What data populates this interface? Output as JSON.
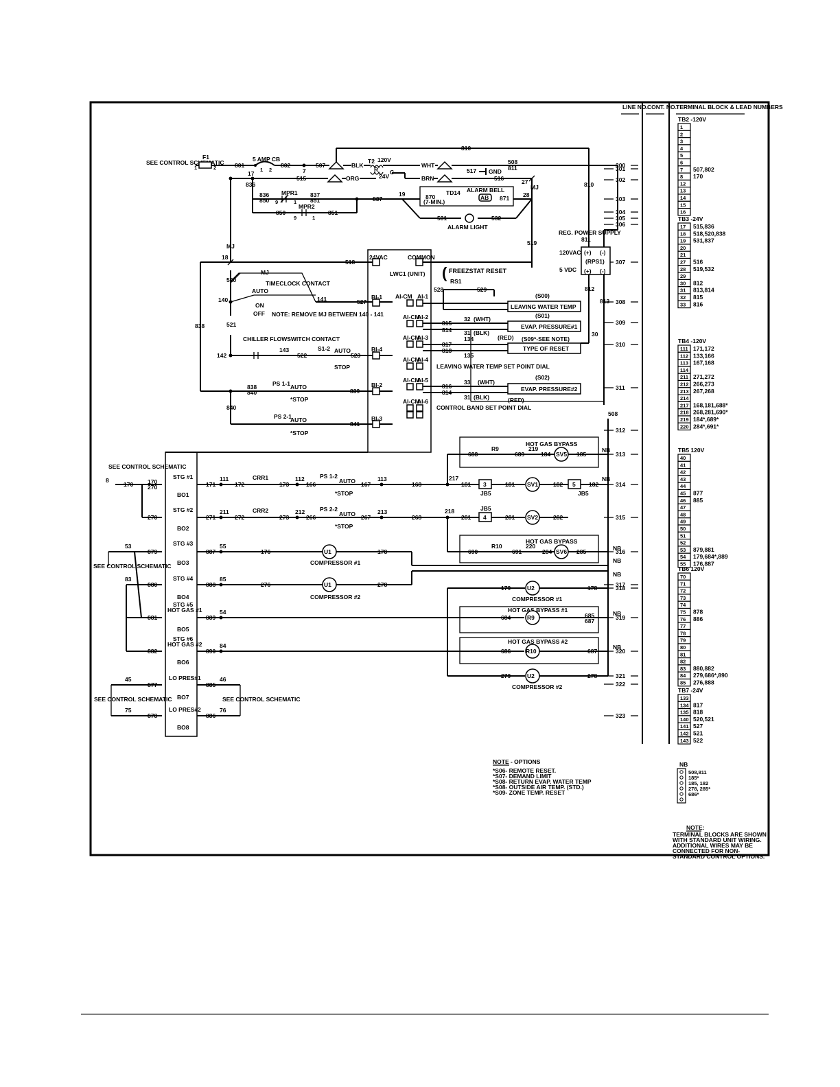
{
  "header": {
    "line_no": "LINE NO.",
    "cont_no": "CONT. NO.",
    "terminal_block": "TERMINAL BLOCK & LEAD NUMBERS"
  },
  "line_numbers": [
    "300",
    "301",
    "302",
    "303",
    "304",
    "305",
    "306",
    "307",
    "308",
    "309",
    "310",
    "311",
    "312",
    "313",
    "314",
    "315",
    "316",
    "317",
    "318",
    "319",
    "320",
    "321",
    "322",
    "323"
  ],
  "top_section": {
    "see_control": "SEE CONTROL SCHEMATIC",
    "fuse": "F1",
    "breaker": "5 AMP CB",
    "transformer": "T2",
    "v120": "120V",
    "v24": "24V",
    "blk": "BLK",
    "wht": "WHT",
    "org": "ORG",
    "brn": "BRN",
    "gnd": "GND",
    "mj": "MJ",
    "mpr1": "MPR1",
    "mpr2": "MPR2",
    "td14": "TD14",
    "td_time": "(7-MIN.)",
    "alarm_bell": "ALARM BELL",
    "ab": "AB",
    "alarm_light": "ALARM LIGHT",
    "reg_power": "REG. POWER SUPPLY",
    "rps1": "(RPS1)",
    "v120ac": "120VAC",
    "v5dc": "5 VDC",
    "plus": "(+)",
    "minus": "(-)"
  },
  "lwc": {
    "title": "LWC1 (UNIT)",
    "vac": "24VAC",
    "common": "COMMON",
    "freezstat": "FREEZSTAT RESET",
    "rs1": "RS1",
    "timeclock": "TIMECLOCK CONTACT",
    "auto": "AUTO",
    "on": "ON",
    "off": "OFF",
    "note_mj": "NOTE: REMOVE MJ BETWEEN 140 - 141",
    "flowswitch": "CHILLER FLOWSWITCH CONTACT",
    "stop": "STOP",
    "s1": "S1-2",
    "ps11": "PS 1-1",
    "ps21": "PS 2-1",
    "bi1": "BI-1",
    "bi2": "BI-2",
    "bi3": "BI-3",
    "bi4": "BI-4",
    "ai1": "AI-1",
    "ai2": "AI-2",
    "ai3": "AI-3",
    "ai4": "AI-4",
    "ai5": "AI-5",
    "ai6": "AI-6",
    "aicm": "AI-CM",
    "s00": "(S00)",
    "s01": "(S01)",
    "s02": "(S02)",
    "s09": "(S09*-SEE NOTE)",
    "lwt": "LEAVING WATER TEMP",
    "evap1": "EVAP. PRESSURE#1",
    "evap2": "EVAP. PRESSURE#2",
    "reset": "TYPE OF RESET",
    "lwt_dial": "LEAVING WATER TEMP SET POINT DIAL",
    "cb_dial": "CONTROL BAND SET POINT DIAL",
    "wht": "(WHT)",
    "blk": "(BLK)",
    "red": "(RED)"
  },
  "bo": {
    "see_control": "SEE CONTROL SCHEMATIC",
    "stg1": "STG #1",
    "stg2": "STG #2",
    "stg3": "STG #3",
    "stg4": "STG #4",
    "stg5": "STG #5",
    "hg1": "HOT GAS #1",
    "stg6": "STG #6",
    "hg2": "HOT GAS #2",
    "lo1": "LO PRES#1",
    "lo2": "LO PRES#2",
    "labels": [
      "BO1",
      "BO2",
      "BO3",
      "BO4",
      "BO5",
      "BO6",
      "BO7",
      "BO8"
    ],
    "crr1": "CRR1",
    "crr2": "CRR2",
    "ps12": "PS 1-2",
    "ps22": "PS 2-2",
    "auto": "AUTO",
    "stop": "*STOP",
    "comp1": "COMPRESSOR #1",
    "comp2": "COMPRESSOR #2",
    "u1": "U1",
    "u2": "U2",
    "r9": "R9",
    "r10": "R10",
    "sv1": "SV1",
    "sv2": "SV2",
    "sv5": "SV5",
    "sv6": "SV6",
    "jb5": "JB5",
    "hgb": "HOT GAS BYPASS",
    "hgb1": "HOT GAS BYPASS #1",
    "hgb2": "HOT GAS BYPASS #2",
    "nb": "NB"
  },
  "notes": {
    "title": "NOTE - OPTIONS",
    "lines": [
      "*S06- REMOTE RESET.",
      "*S07- DEMAND LIMIT",
      "*S08- RETURN EVAP. WATER TEMP",
      "*S08- OUTSIDE AIR TEMP. (STD.)",
      "*S09- ZONE TEMP. RESET"
    ],
    "bottom_title": "NOTE:",
    "bottom_lines": [
      "TERMINAL BLOCKS ARE SHOWN",
      "WITH STANDARD UNIT WIRING.",
      "ADDITIONAL WIRES MAY BE",
      "CONNECTED FOR NON-",
      "STANDARD CONTROL OPTIONS."
    ]
  },
  "terminal_blocks": [
    {
      "title": "TB2 -120V",
      "rows": [
        [
          "1",
          ""
        ],
        [
          "2",
          ""
        ],
        [
          "3",
          ""
        ],
        [
          "4",
          ""
        ],
        [
          "5",
          ""
        ],
        [
          "6",
          ""
        ],
        [
          "7",
          "507,802"
        ],
        [
          "8",
          "170"
        ],
        [
          "12",
          ""
        ],
        [
          "13",
          ""
        ],
        [
          "14",
          ""
        ],
        [
          "15",
          ""
        ],
        [
          "16",
          ""
        ]
      ]
    },
    {
      "title": "TB3 -24V",
      "rows": [
        [
          "17",
          "515,836"
        ],
        [
          "18",
          "518,520,838"
        ],
        [
          "19",
          "531,837"
        ],
        [
          "20",
          ""
        ],
        [
          "21",
          ""
        ],
        [
          "27",
          "516"
        ],
        [
          "28",
          "519,532"
        ],
        [
          "29",
          ""
        ],
        [
          "30",
          "812"
        ],
        [
          "31",
          "813,814"
        ],
        [
          "32",
          "815"
        ],
        [
          "33",
          "816"
        ]
      ]
    },
    {
      "title": "TB4 -120V",
      "rows": [
        [
          "111",
          "171,172"
        ],
        [
          "112",
          "133,166"
        ],
        [
          "113",
          "167,168"
        ],
        [
          "114",
          ""
        ],
        [
          "211",
          "271,272"
        ],
        [
          "212",
          "266,273"
        ],
        [
          "213",
          "267,268"
        ],
        [
          "214",
          ""
        ],
        [
          "217",
          "168,181,688*"
        ],
        [
          "218",
          "268,281,690*"
        ],
        [
          "219",
          "184*,689*"
        ],
        [
          "220",
          "284*,691*"
        ]
      ]
    },
    {
      "title": "TB5 120V",
      "rows": [
        [
          "40",
          ""
        ],
        [
          "41",
          ""
        ],
        [
          "42",
          ""
        ],
        [
          "43",
          ""
        ],
        [
          "44",
          ""
        ],
        [
          "45",
          "877"
        ],
        [
          "46",
          "885"
        ],
        [
          "47",
          ""
        ],
        [
          "48",
          ""
        ],
        [
          "49",
          ""
        ],
        [
          "50",
          ""
        ],
        [
          "51",
          ""
        ],
        [
          "52",
          ""
        ],
        [
          "53",
          "879,881"
        ],
        [
          "54",
          "179,684*,889"
        ],
        [
          "55",
          "176,887"
        ]
      ]
    },
    {
      "title": "TB6 120V",
      "rows": [
        [
          "70",
          ""
        ],
        [
          "71",
          ""
        ],
        [
          "72",
          ""
        ],
        [
          "73",
          ""
        ],
        [
          "74",
          ""
        ],
        [
          "75",
          "878"
        ],
        [
          "76",
          "886"
        ],
        [
          "77",
          ""
        ],
        [
          "78",
          ""
        ],
        [
          "79",
          ""
        ],
        [
          "80",
          ""
        ],
        [
          "81",
          ""
        ],
        [
          "82",
          ""
        ],
        [
          "83",
          "880,882"
        ],
        [
          "84",
          "279,686*,890"
        ],
        [
          "85",
          "276,888"
        ]
      ]
    },
    {
      "title": "TB7 -24V",
      "rows": [
        [
          "133",
          ""
        ],
        [
          "134",
          "817"
        ],
        [
          "135",
          "818"
        ],
        [
          "140",
          "520,521"
        ],
        [
          "141",
          "527"
        ],
        [
          "142",
          "521"
        ],
        [
          "143",
          "522"
        ]
      ]
    }
  ],
  "nb_block": {
    "title": "NB",
    "rows": [
      "508,811",
      "185*",
      "185, 182",
      "278, 285*",
      "686*",
      ""
    ]
  }
}
